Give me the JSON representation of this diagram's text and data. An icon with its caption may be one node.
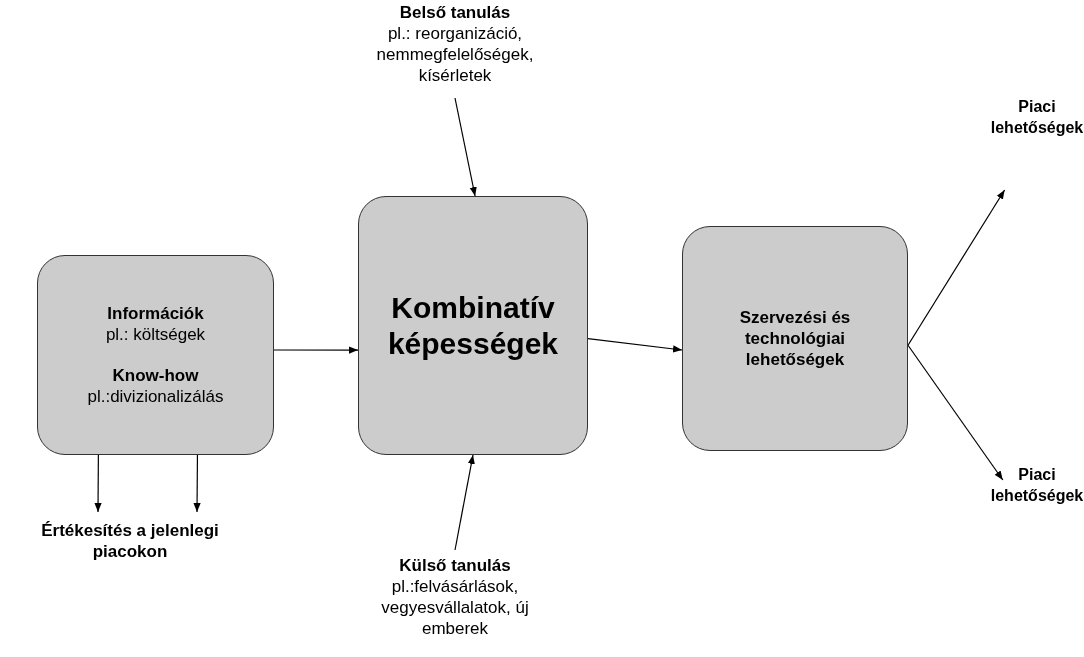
{
  "diagram": {
    "nodes": [
      {
        "text": [
          "Információk",
          "pl.: költségek",
          "Know-how",
          "pl.:divizionalizálás"
        ]
      },
      {
        "text": [
          "Kombinatív képességek"
        ]
      },
      {
        "text": [
          "Szervezési és technológiai lehetőségek"
        ]
      },
      {
        "text": [
          "Belső tanulás",
          "pl.: reorganizáció, nemmegfelelőségek, kísérletek"
        ]
      },
      {
        "text": [
          "Külső tanulás",
          "pl.:felvásárlások, vegyesvállalatok, új emberek"
        ]
      },
      {
        "text": [
          "Értékesítés a jelenlegi piacokon"
        ]
      },
      {
        "text": [
          "Piaci lehetőségek"
        ]
      },
      {
        "text": [
          "Piaci lehetőségek"
        ]
      }
    ],
    "edges": [
      {
        "from": 0,
        "to": 1,
        "arrow": "to"
      },
      {
        "from": 3,
        "to": 1,
        "arrow": "to"
      },
      {
        "from": 4,
        "to": 1,
        "arrow": "to"
      },
      {
        "from": 1,
        "to": 2,
        "arrow": "to"
      },
      {
        "from": 2,
        "to": 6,
        "arrow": "to"
      },
      {
        "from": 2,
        "to": 7,
        "arrow": "to"
      },
      {
        "from": 0,
        "to": 5,
        "arrow": "to"
      },
      {
        "from": 0,
        "to": 5,
        "arrow": "to"
      }
    ]
  }
}
